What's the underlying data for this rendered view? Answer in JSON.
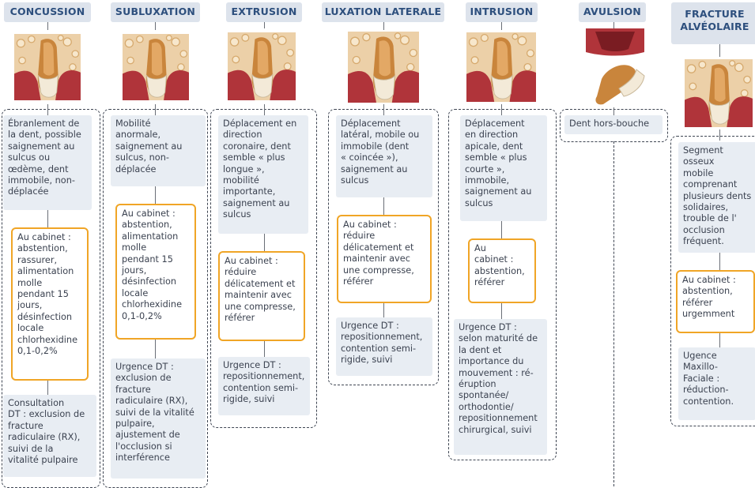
{
  "colors": {
    "header_bg": "#dde3ec",
    "header_text": "#2d4f7d",
    "box_bg": "#e8edf3",
    "orange": "#f0a526",
    "bone": "#e9c99a",
    "gum": "#b0343a",
    "crown": "#c9853c"
  },
  "columns": [
    {
      "id": "concussion",
      "header": "CONCUSSION",
      "boxes": [
        "Ébranlement de\nla dent, possible\nsaignement au\nsulcus ou\nœdème, dent\nimmobile, non-\ndéplacée",
        "Au cabinet :\nabstention,\nrassurer,\nalimentation\nmolle\npendant 15\njours,\ndésinfection\nlocale\nchlorhexidine\n0,1-0,2%",
        "Consultation\nDT : exclusion de\nfracture\nradiculaire (RX),\nsuivi de la\nvitalité pulpaire"
      ]
    },
    {
      "id": "subluxation",
      "header": "SUBLUXATION",
      "boxes": [
        "Mobilité\nanormale,\nsaignement au\nsulcus, non-\ndéplacée",
        "Au cabinet :\nabstention,\nalimentation\nmolle\npendant 15\njours,\ndésinfection\nlocale\nchlorhexidine\n0,1-0,2%",
        "Urgence DT :\nexclusion de\nfracture\nradiculaire (RX),\nsuivi de la vitalité\npulpaire,\najustement de\nl'occlusion si\ninterférence"
      ]
    },
    {
      "id": "extrusion",
      "header": "EXTRUSION",
      "boxes": [
        "Déplacement en\ndirection\ncoronaire, dent\nsemble « plus\nlongue »,\nmobilité\nimportante,\nsaignement au\nsulcus",
        "Au cabinet :\nréduire\ndélicatement et\nmaintenir avec\nune compresse,\nréférer",
        "Urgence DT :\nrepositionnement,\ncontention semi-\nrigide, suivi"
      ]
    },
    {
      "id": "luxation",
      "header": "LUXATION LATERALE",
      "boxes": [
        "Déplacement\nlatéral, mobile ou\nimmobile (dent\n« coincée »),\nsaignement au\nsulcus",
        "Au cabinet :\nréduire\ndélicatement et\nmaintenir avec\nune compresse,\nréférer",
        "Urgence DT :\nrepositionnement,\ncontention semi-\nrigide, suivi"
      ]
    },
    {
      "id": "intrusion",
      "header": "INTRUSION",
      "boxes": [
        "Déplacement\nen direction\napicale, dent\nsemble « plus\ncourte »,\nimmobile,\nsaignement au\nsulcus",
        "Au\ncabinet :\nabstention,\nréférer",
        "Urgence DT :\nselon maturité de\nla dent et\nimportance du\nmouvement : ré-\néruption\nspontanée/\northodontie/\nrepositionnement\nchirurgical, suivi"
      ]
    },
    {
      "id": "avulsion",
      "header": "AVULSION",
      "boxes": [
        "Dent hors-bouche"
      ]
    },
    {
      "id": "fracture",
      "header": "FRACTURE\nALVÉOLAIRE",
      "boxes": [
        "Segment osseux\nmobile\ncomprenant\nplusieurs dents\nsolidaires,\ntrouble de l'\nocclusion\nfréquent.",
        "Au cabinet :\nabstention,\nréférer\nurgemment",
        "Ugence\nMaxillo-\nFaciale :\nréduction-\ncontention."
      ]
    }
  ]
}
